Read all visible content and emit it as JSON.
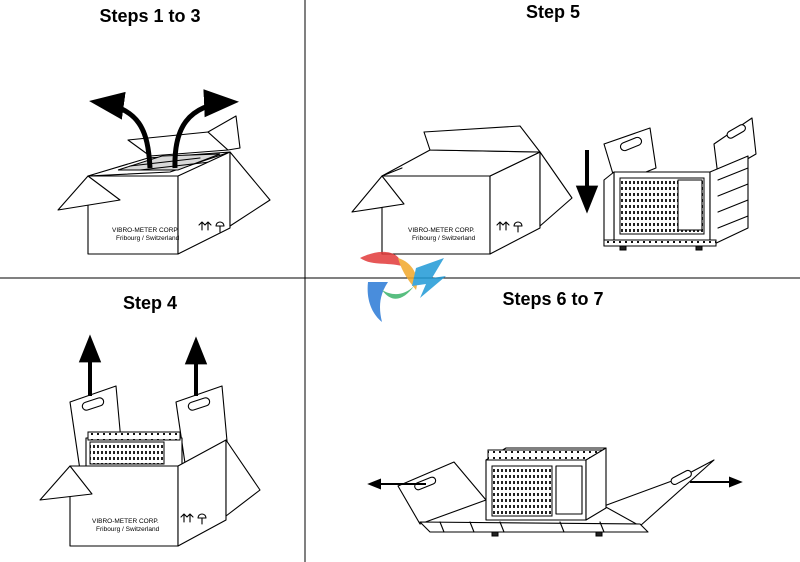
{
  "panels": {
    "steps_1_3": {
      "title": "Steps 1 to 3"
    },
    "step_5": {
      "title": "Step 5"
    },
    "step_4": {
      "title": "Step 4"
    },
    "steps_6_7": {
      "title": "Steps 6 to 7"
    }
  },
  "box_label": {
    "line1": "VIBRO-METER CORP.",
    "line2": "Fribourg / Switzerland"
  },
  "icons": {
    "handling_symbols": "umbrella-and-arrows-icon",
    "watermark": "colored-logo-watermark"
  }
}
